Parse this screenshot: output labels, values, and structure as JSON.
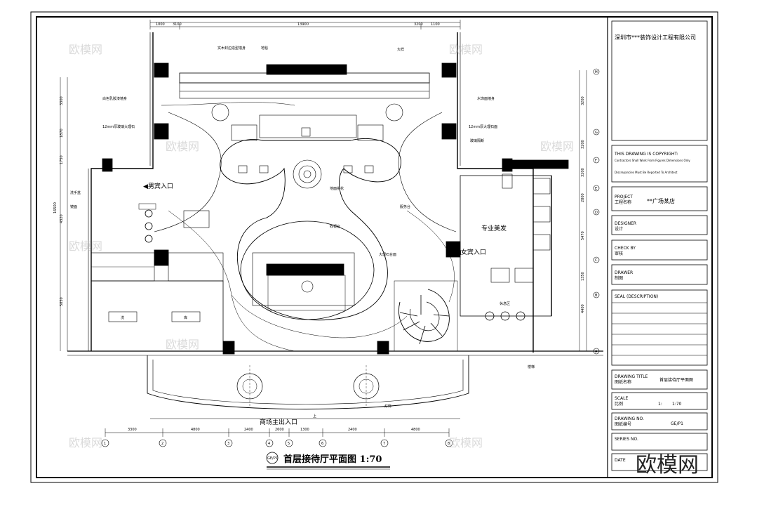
{
  "company": "深圳市***装饰设计工程有限公司",
  "copyright": {
    "heading": "THIS DRAWING IS COPYRIGHT:",
    "line1": "Contractors Shall Work From Figures Dimensions Only",
    "line2": "Discrepancies Must Be Reported To Architect"
  },
  "project": {
    "en": "PROJECT",
    "cn": "工程名称",
    "value": "**广场某店"
  },
  "designer": {
    "en": "DESIGNER",
    "cn": "设计"
  },
  "check": {
    "en": "CHECK BY",
    "cn": "审核"
  },
  "drawer": {
    "en": "DRAWER",
    "cn": "制图"
  },
  "seal": {
    "en": "SEAL (DESCRIPTION)"
  },
  "drawing_title": {
    "en": "DRAWING TITLE",
    "cn": "图纸名称",
    "value": "首层接待厅平面图"
  },
  "scale": {
    "en": "SCALE",
    "cn": "比例",
    "value": "1:70",
    "sep": "1:"
  },
  "drawing_no": {
    "en": "DRAWING NO.",
    "cn": "图纸编号",
    "value": "GE/P1"
  },
  "series": {
    "en": "SERIES NO."
  },
  "date": {
    "en": "DATE"
  },
  "plan_title": "首层接待厅平面图 1:70",
  "plan_badge": "GE/P1",
  "rooms": {
    "male_entry": "◀男宾入口",
    "female_entry": "◀女宾入口",
    "hair_salon": "专业美发",
    "main_entry": "商场主出入口",
    "room_left1": "洗",
    "room_left2": "库",
    "stair_label": "楼梯",
    "up_label": "上"
  },
  "watermarks": [
    "欧模网",
    "欧模网",
    "欧模网",
    "欧模网",
    "欧模网",
    "欧模网",
    "欧模网",
    "欧模网"
  ],
  "watermark_big": "欧模网",
  "axis_right": [
    "H",
    "G",
    "F",
    "E",
    "D",
    "C",
    "B",
    "A"
  ],
  "axis_bottom": [
    "1",
    "2",
    "3",
    "4",
    "5",
    "6",
    "7",
    "8"
  ],
  "dims_top": [
    "1000",
    "3100",
    "13900",
    "3200",
    "1100"
  ],
  "dims_bottom": [
    "3300",
    "4800",
    "2400",
    "2600",
    "1300",
    "2400",
    "4800"
  ],
  "dims_left": [
    "3300",
    "1870",
    "1750",
    "4320",
    "5850",
    "16500"
  ],
  "dims_right": [
    "3200",
    "3200",
    "3200",
    "2800",
    "5470",
    "1350",
    "4400"
  ],
  "notes": [
    "实木封边造型墙身",
    "地毯",
    "大样",
    "白色乳胶漆墙身",
    "12mm厚玻璃大理石",
    "木饰面墙身",
    "12mm厚大理石面",
    "玻璃隔断",
    "地面拼花",
    "服务台",
    "收银台",
    "大理石台面",
    "洗手盆",
    "镜面",
    "灯饰",
    "休息区"
  ]
}
